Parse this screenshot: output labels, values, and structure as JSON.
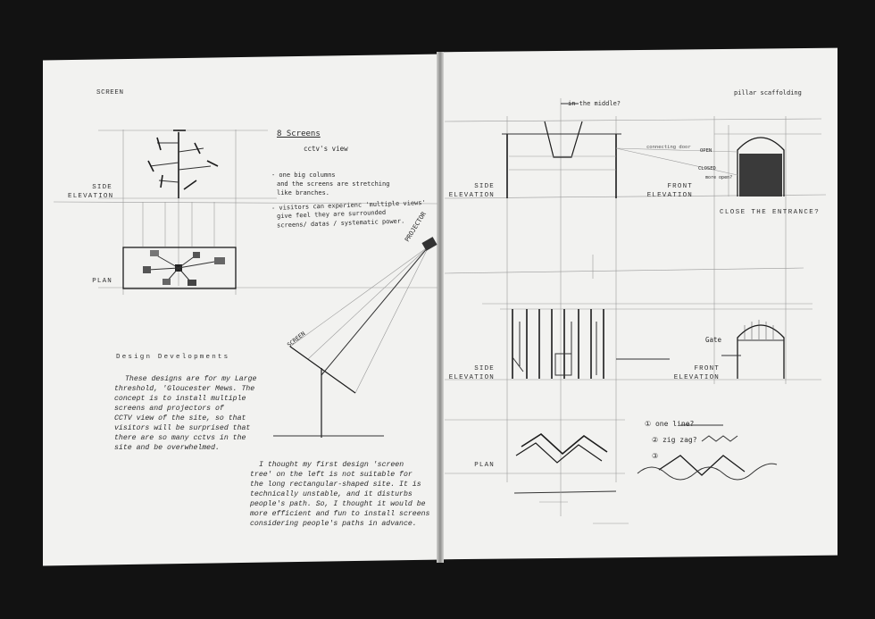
{
  "left_page": {
    "title": "SCREEN",
    "side_elevation_label": [
      "SIDE",
      "ELEVATION"
    ],
    "plan_label": "PLAN",
    "notes": {
      "heading": "8 Screens",
      "subheading": "cctv's view",
      "line1": "- one big columns",
      "line2": "and the screens are stretching",
      "line3": "like branches.",
      "line4": "- visitors can experienc 'multiple views'",
      "line5": "give feel they are surrounded",
      "line6": "screens/ datas / systematic power."
    },
    "projector_label": "PROJECTOR",
    "screen_label": "SCREEN",
    "design_developments": {
      "heading": "Design Developments",
      "lines": [
        "These designs are for my Large",
        "threshold, 'Gloucester Mews. The",
        "concept is to install multiple",
        "screens and projectors of",
        "CCTV view of the site, so that",
        "visitors will be surprised that",
        "there are so many cctvs in the",
        "site and be overwhelmed."
      ]
    },
    "second_paragraph": [
      "I thought my first design 'screen",
      "tree' on the left is not suitable for",
      "the long rectangular-shaped site. It is",
      "technically unstable, and it disturbs",
      "people's path. So, I thought it would be",
      "more efficient and fun to install screens",
      "considering people's paths in advance."
    ]
  },
  "right_page": {
    "top_note": "in the middle?",
    "corner_note": "pillar scaffolding",
    "connecting_note": "connecting door",
    "open_note": "OPEN",
    "closed_note": "CLOSED",
    "more_note": "more open?",
    "side_elevation_label": [
      "SIDE",
      "ELEVATION"
    ],
    "front_elevation_label": [
      "FRONT",
      "ELEVATION"
    ],
    "close_question": "CLOSE THE ENTRANCE?",
    "gate_label": "Gate",
    "side_elevation_label_2": [
      "SIDE",
      "ELEVATION"
    ],
    "front_elevation_label_2": [
      "FRONT",
      "ELEVATION"
    ],
    "plan_label": "PLAN",
    "options": {
      "one_line": "① one line?",
      "zig_zag": "② zig zag?",
      "wave": "③"
    }
  }
}
